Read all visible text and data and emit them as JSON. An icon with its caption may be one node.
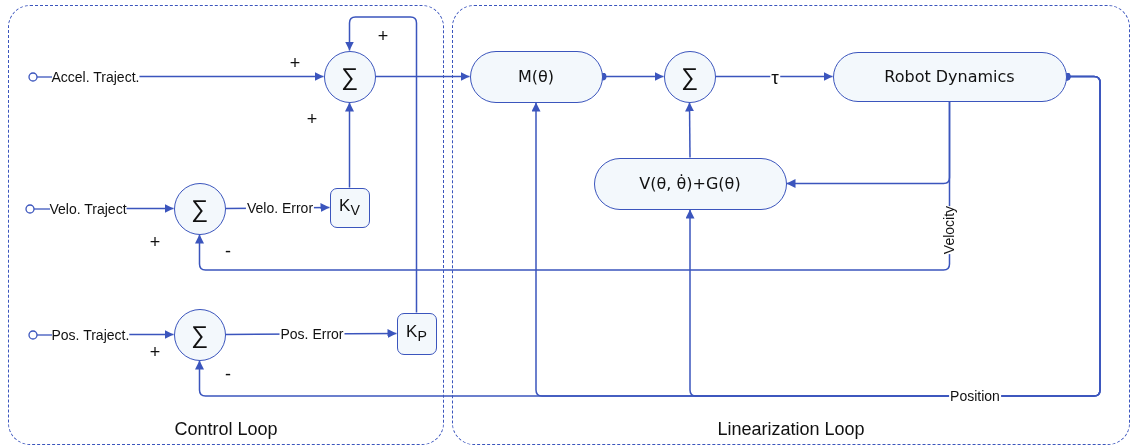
{
  "diagram": {
    "nodes": [
      {
        "text": [
          "Control Loop"
        ]
      },
      {
        "text": [
          "Linearization Loop"
        ]
      },
      {
        "text": [
          "Accel. Traject."
        ],
        "in": 0
      },
      {
        "text": [
          "∑"
        ],
        "in": 0
      },
      {
        "text": [
          "Velo. Traject"
        ],
        "in": 0
      },
      {
        "text": [
          "∑"
        ],
        "in": 0
      },
      {
        "text": [
          "K$_{V}$"
        ],
        "in": 0
      },
      {
        "text": [
          "Pos. Traject."
        ],
        "in": 0
      },
      {
        "text": [
          "∑"
        ],
        "in": 0
      },
      {
        "text": [
          "K$_{P}$"
        ],
        "in": 0
      },
      {
        "text": [
          "M(θ)"
        ],
        "in": 1
      },
      {
        "text": [
          "∑"
        ],
        "in": 1
      },
      {
        "text": [
          "Robot Dynamics"
        ],
        "in": 1
      },
      {
        "text": [
          "V(θ, θ̇)+G(θ)"
        ],
        "in": 1
      }
    ],
    "edges": [
      {
        "from": 2,
        "to": 3,
        "arrow": "to"
      },
      {
        "from": 4,
        "to": 5,
        "arrow": "to"
      },
      {
        "from": 5,
        "to": 6,
        "arrow": "to",
        "label": "Velo. Error"
      },
      {
        "from": 6,
        "to": 3,
        "arrow": "to"
      },
      {
        "from": 7,
        "to": 8,
        "arrow": "to"
      },
      {
        "from": 8,
        "to": 9,
        "arrow": "to",
        "label": "Pos. Error"
      },
      {
        "from": 9,
        "to": 3,
        "arrow": "to"
      },
      {
        "from": 3,
        "to": 10,
        "arrow": "to"
      },
      {
        "from": 10,
        "to": 11,
        "arrow": "to"
      },
      {
        "from": 11,
        "to": 12,
        "arrow": "to",
        "label": "τ"
      },
      {
        "from": 13,
        "to": 11,
        "arrow": "to"
      },
      {
        "from": 12,
        "to": 13,
        "arrow": "to"
      },
      {
        "from": 12,
        "to": 5,
        "arrow": "to",
        "label": "Velocity"
      },
      {
        "from": 12,
        "to": 10,
        "arrow": "to"
      },
      {
        "from": 12,
        "to": 13,
        "arrow": "to"
      },
      {
        "from": 12,
        "to": 8,
        "arrow": "to",
        "label": "Position"
      }
    ],
    "labels": [
      "+",
      "+",
      "+",
      "+",
      "-",
      "+",
      "-"
    ]
  }
}
